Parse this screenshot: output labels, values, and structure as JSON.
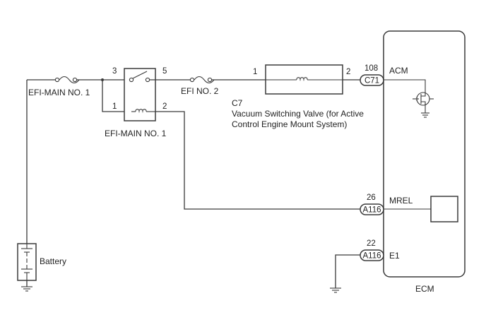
{
  "diagram": {
    "components": {
      "efi_main_fuse": "EFI-MAIN NO. 1",
      "efi_main_relay": "EFI-MAIN NO. 1",
      "efi_no2_fuse": "EFI NO. 2",
      "vsv_code": "C7",
      "vsv_name_line1": "Vacuum Switching Valve (for Active",
      "vsv_name_line2": "Control Engine Mount System)",
      "battery": "Battery",
      "ecm": "ECM"
    },
    "relay_pins": {
      "p3": "3",
      "p5": "5",
      "p1": "1",
      "p2": "2"
    },
    "vsv_pins": {
      "p1": "1",
      "p2": "2"
    },
    "ecm_terminals": [
      {
        "pin": "108",
        "connector": "C71",
        "signal": "ACM"
      },
      {
        "pin": "26",
        "connector": "A116",
        "signal": "MREL"
      },
      {
        "pin": "22",
        "connector": "A116",
        "signal": "E1"
      }
    ]
  }
}
